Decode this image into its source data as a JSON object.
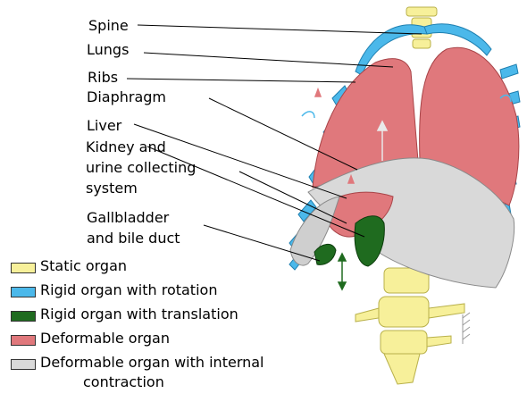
{
  "colors": {
    "static": "#f7f09a",
    "rigid_rotation": "#4bb8ea",
    "rigid_translation": "#1f6b1f",
    "deformable": "#e0787c",
    "deformable_contraction": "#d9d9d9"
  },
  "labels": {
    "spine": "Spine",
    "lungs": "Lungs",
    "ribs": "Ribs",
    "diaphragm": "Diaphragm",
    "liver": "Liver",
    "kidney_1": "Kidney and",
    "kidney_2": "urine collecting",
    "kidney_3": "system",
    "gallbladder_1": "Gallbladder",
    "gallbladder_2": "and bile duct"
  },
  "legend": {
    "static": "Static organ",
    "rigid_rotation": "Rigid organ with rotation",
    "rigid_translation": "Rigid organ with translation",
    "deformable": "Deformable organ",
    "contraction_1": "Deformable organ with internal",
    "contraction_2": "contraction"
  }
}
